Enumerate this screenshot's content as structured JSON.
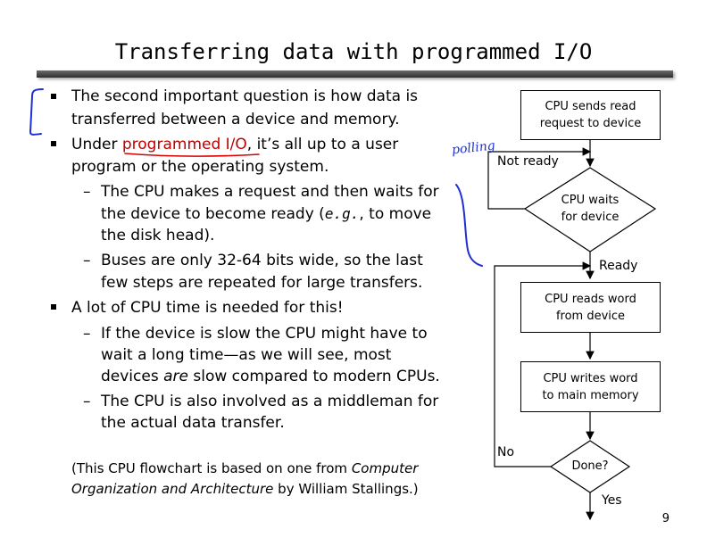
{
  "slide": {
    "title": "Transferring data with programmed I/O",
    "page_number": "9"
  },
  "bullets": [
    {
      "lines": [
        "The second important question is how data is",
        "transferred between a device and memory."
      ]
    },
    {
      "line1_pre": "Under ",
      "line1_link": "programmed I/O",
      "line1_post": ", it’s all up to a user",
      "line2": "program or the operating system.",
      "subs": [
        {
          "l1": "The CPU makes a request and then waits for",
          "l2_pre": "the device to become ready (",
          "l2_eg": "e.g.",
          "l2_post": ", to move",
          "l3": "the disk head)."
        },
        {
          "l1": "Buses are only 32-64 bits wide, so the last",
          "l2": "few steps are repeated for large transfers."
        }
      ]
    },
    {
      "line1": "A lot of CPU time is needed for this!",
      "subs": [
        {
          "l1": "If the device is slow the CPU might have to",
          "l2": "wait a long time—as we will see, most",
          "l3_pre": "devices ",
          "l3_em": "are",
          "l3_post": " slow compared to modern CPUs."
        },
        {
          "l1": "The CPU is also involved as a middleman for",
          "l2": "the actual data transfer."
        }
      ]
    }
  ],
  "note": {
    "l1_pre": "(This CPU flowchart is based on one from ",
    "l1_em": "Computer",
    "l2_em": "Organization and Architecture",
    "l2_post": " by William Stallings.)"
  },
  "flowchart": {
    "box_send": "CPU sends read\nrequest to device",
    "diamond_wait": "CPU waits\nfor device",
    "box_read": "CPU reads word\nfrom device",
    "box_write": "CPU writes word\nto main memory",
    "diamond_done": "Done?",
    "label_not_ready": "Not ready",
    "label_ready": "Ready",
    "label_no": "No",
    "label_yes": "Yes"
  },
  "annotations": {
    "handwritten_note": "polling",
    "ink_color": "#1f2fd6",
    "underline_color": "#d80000"
  }
}
